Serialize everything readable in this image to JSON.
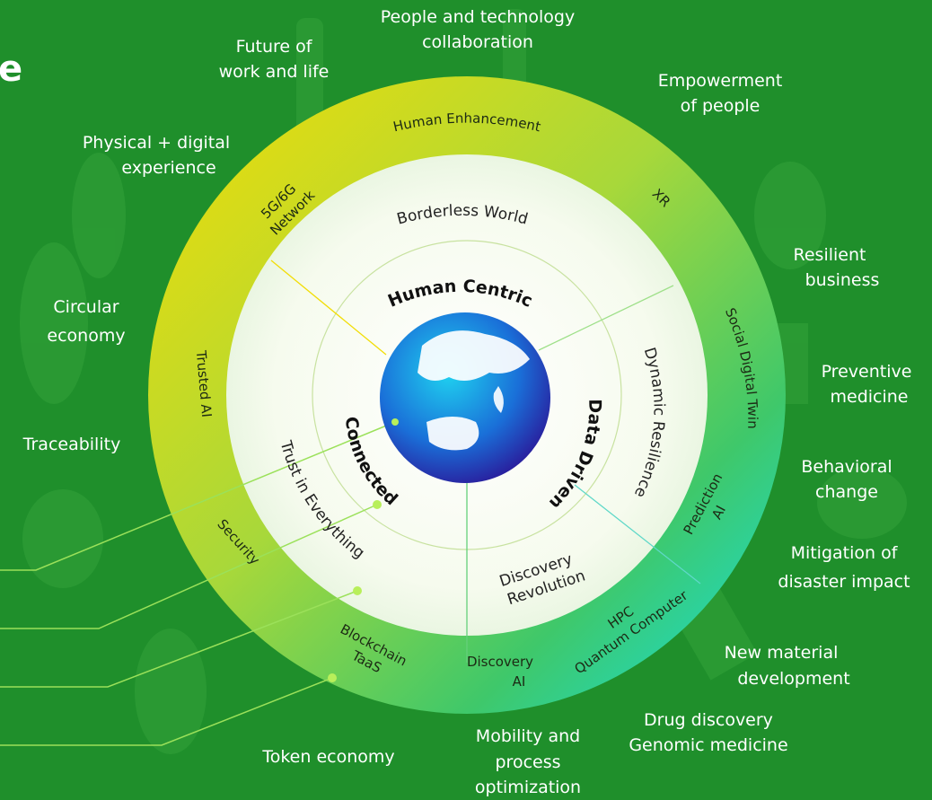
{
  "header": {
    "title_fragment": "e"
  },
  "colors": {
    "background": "#1f8f2b",
    "ring_yellow": "#e2dc0a",
    "ring_green": "#3fc45a",
    "ring_teal": "#1fd8cf",
    "center_blue": "#1a5fd0"
  },
  "center": {
    "icon": "globe-icon"
  },
  "core": {
    "human_centric": "Human Centric",
    "connected": "Connected",
    "data_driven": "Data Driven"
  },
  "middle": {
    "borderless_world": "Borderless World",
    "dynamic_resilience": "Dynamic Resilience",
    "discovery_revolution_1": "Discovery",
    "discovery_revolution_2": "Revolution",
    "trust_in_everything": "Trust in Everything"
  },
  "ring": {
    "human_enhancement": "Human Enhancement",
    "xr": "XR",
    "social_digital_twin": "Social Digital Twin",
    "prediction_1": "Prediction",
    "prediction_2": "AI",
    "hpc_1": "HPC",
    "hpc_2": "Quantum Computer",
    "discovery_ai_1": "Discovery",
    "discovery_ai_2": "AI",
    "blockchain_1": "Blockchain",
    "blockchain_2": "TaaS",
    "security": "Security",
    "trusted_ai": "Trusted AI",
    "network_1": "5G/6G",
    "network_2": "Network"
  },
  "outer": {
    "people_tech_1": "People and technology",
    "people_tech_2": "collaboration",
    "future_work_1": "Future of",
    "future_work_2": "work and life",
    "empowerment_1": "Empowerment",
    "empowerment_2": "of people",
    "physical_digital_1": "Physical + digital",
    "physical_digital_2": "experience",
    "resilient_1": "Resilient",
    "resilient_2": "business",
    "circular_1": "Circular",
    "circular_2": "economy",
    "preventive_1": "Preventive",
    "preventive_2": "medicine",
    "traceability": "Traceability",
    "behavioral_1": "Behavioral",
    "behavioral_2": "change",
    "mitigation_1": "Mitigation of",
    "mitigation_2": "disaster impact",
    "new_material_1": "New material",
    "new_material_2": "development",
    "drug_1": "Drug discovery",
    "drug_2": "Genomic medicine",
    "mobility_1": "Mobility and",
    "mobility_2": "process",
    "mobility_3": "optimization",
    "token_economy": "Token economy"
  }
}
